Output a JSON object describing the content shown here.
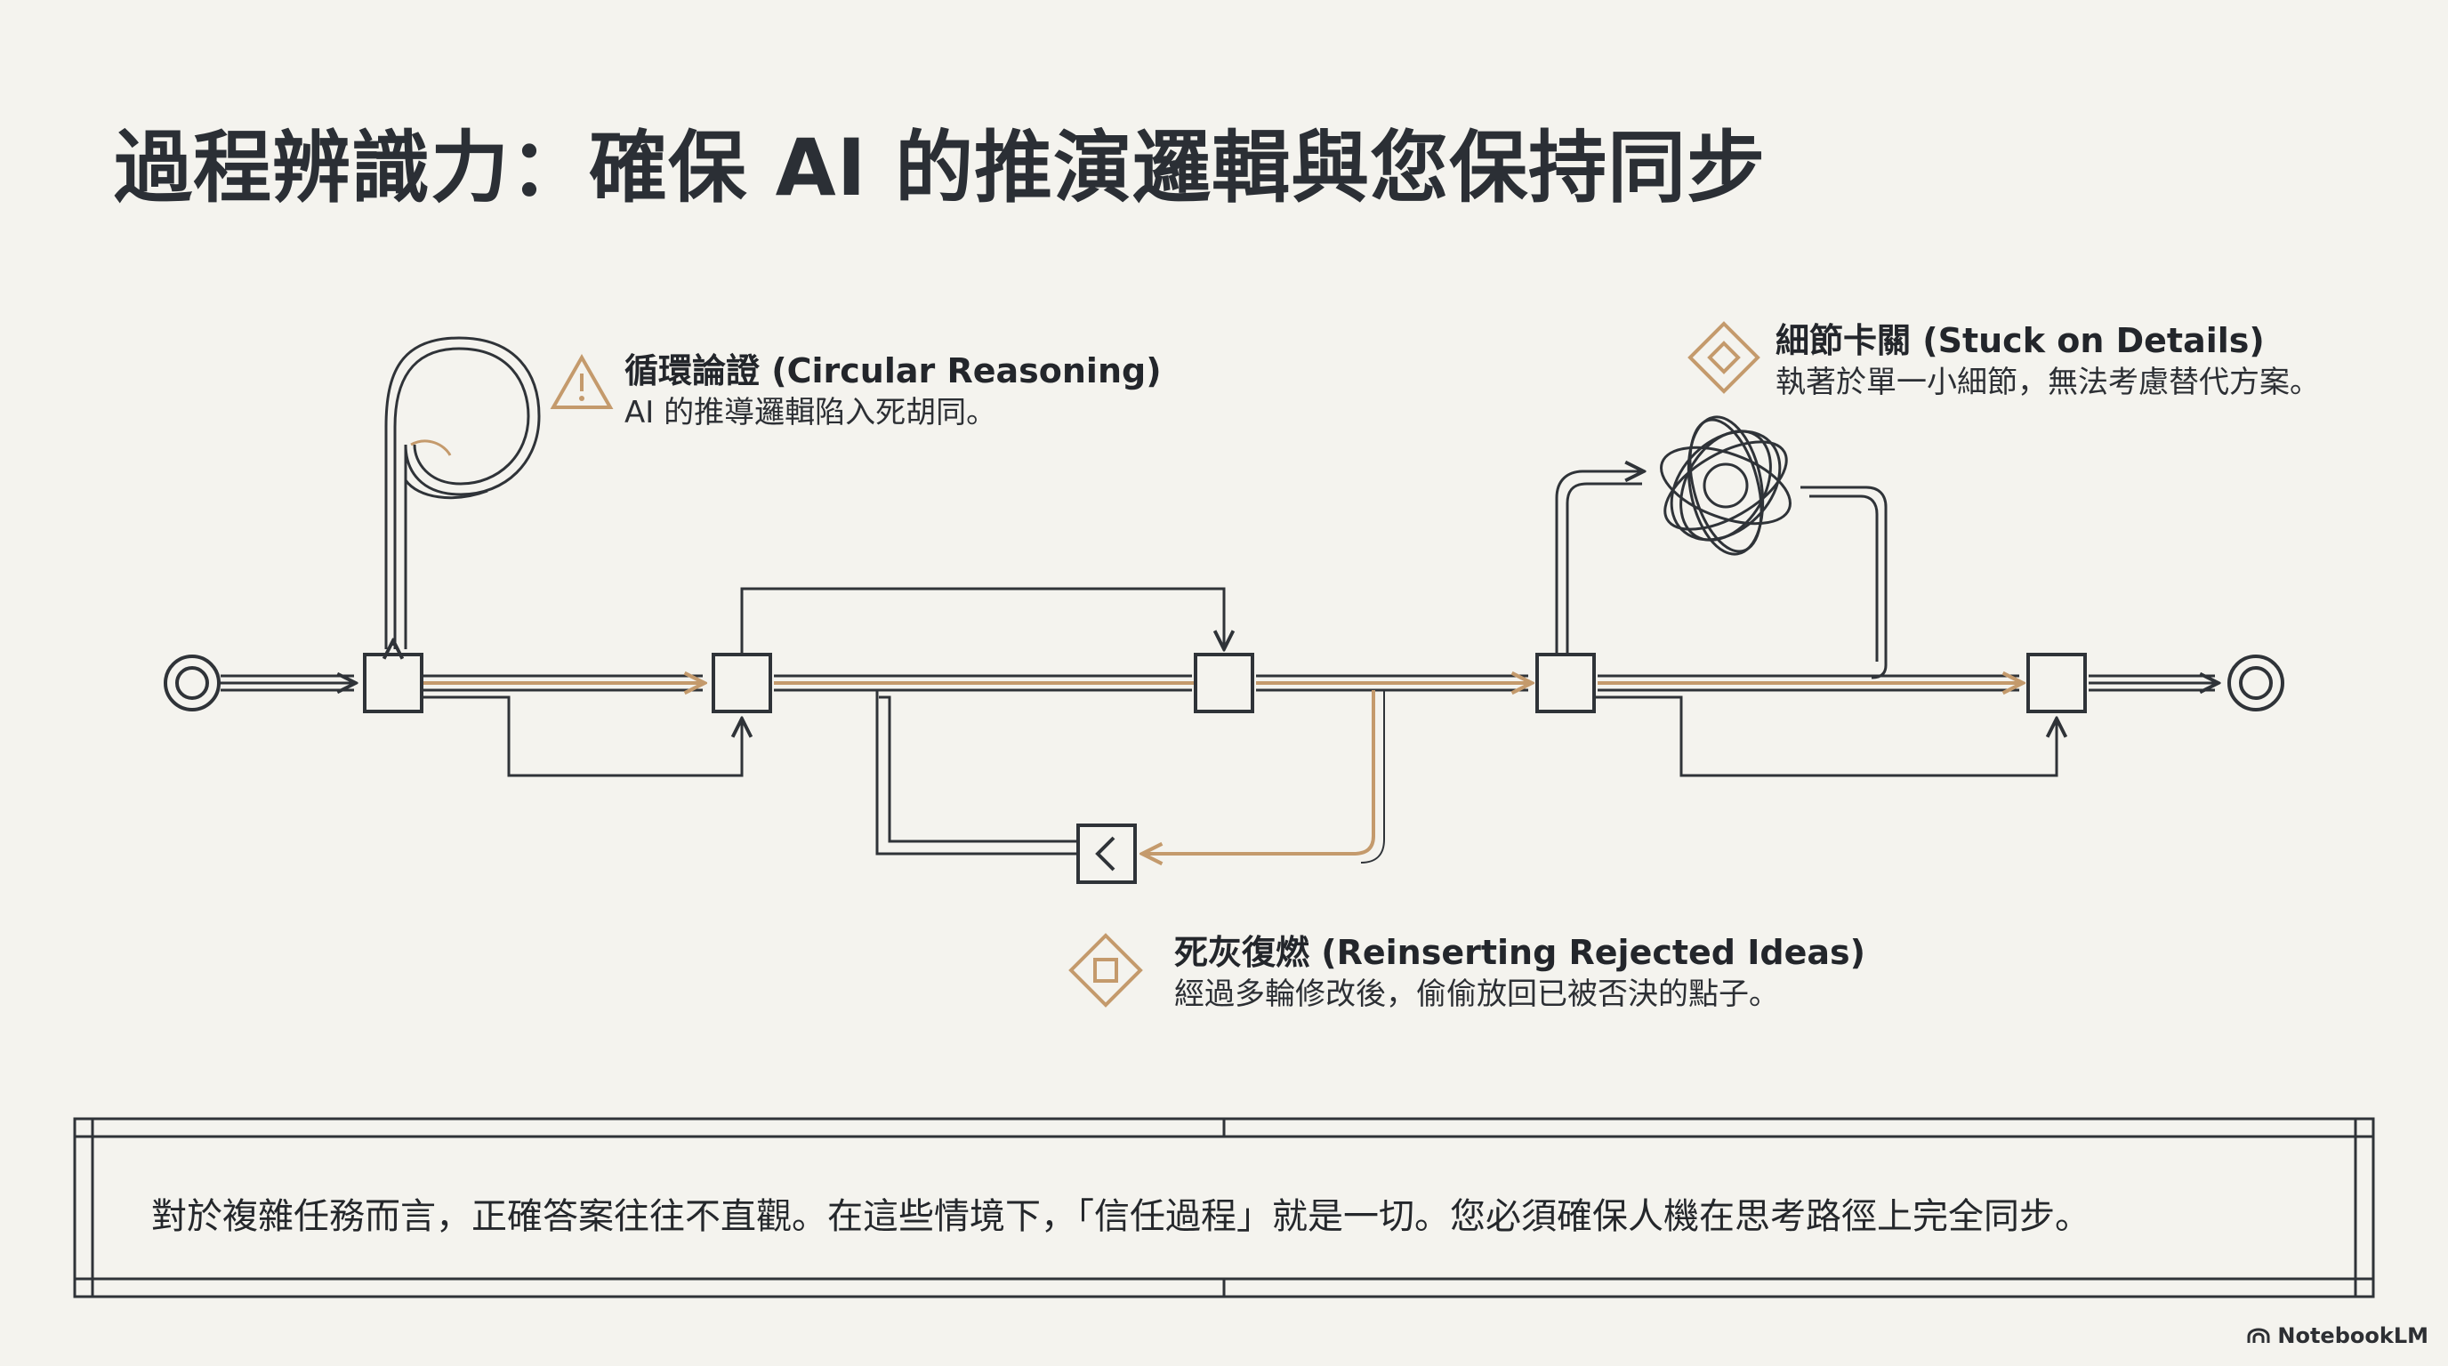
{
  "title": "過程辨識力：確保 AI 的推演邏輯與您保持同步",
  "pitfalls": [
    {
      "title": "循環論證 (Circular Reasoning)",
      "description": "AI 的推導邏輯陷入死胡同。",
      "icon": "warning-triangle-icon"
    },
    {
      "title": "細節卡關 (Stuck on Details)",
      "description": "執著於單一小細節，無法考慮替代方案。",
      "icon": "diamond-icon"
    },
    {
      "title": "死灰復燃 (Reinserting Rejected Ideas)",
      "description": "經過多輪修改後，偷偷放回已被否決的點子。",
      "icon": "diamond-square-icon"
    }
  ],
  "conclusion": "對於複雜任務而言，正確答案往往不直觀。在這些情境下，「信任過程」就是一切。您必須確保人機在思考路徑上完全同步。",
  "brand": "NotebookLM",
  "colors": {
    "accent": "#c49a6c",
    "line": "#2f3338",
    "background": "#f4f3ee"
  }
}
